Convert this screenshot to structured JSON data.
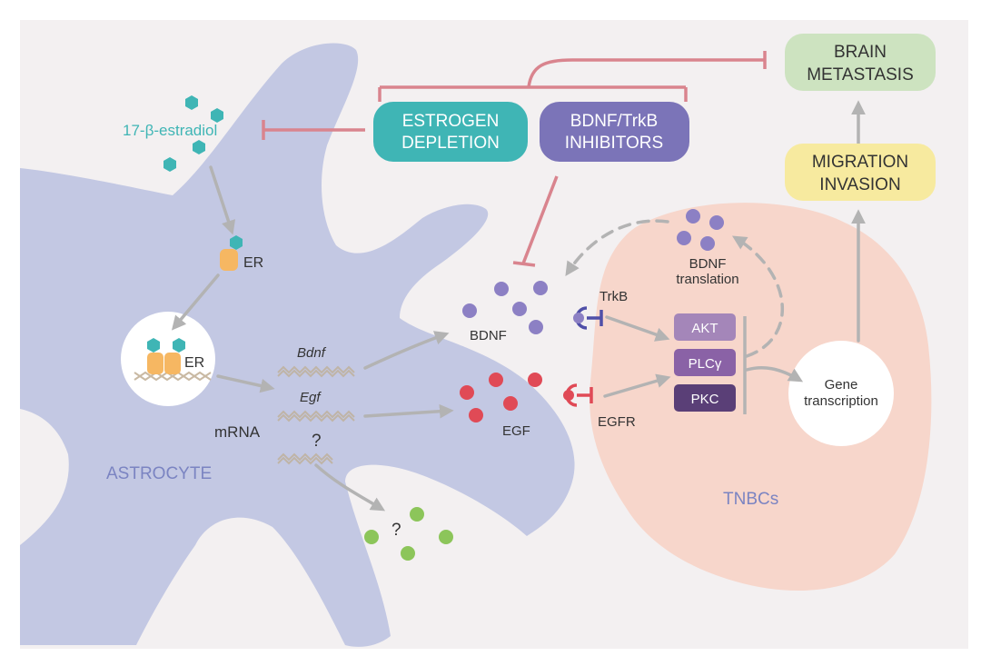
{
  "labels": {
    "estradiol": "17-β-estradiol",
    "er_membrane": "ER",
    "er_nucleus": "ER",
    "estrogen_depletion_line1": "ESTROGEN",
    "estrogen_depletion_line2": "DEPLETION",
    "bdnf_inhibitors_line1": "BDNF/TrkB",
    "bdnf_inhibitors_line2": "INHIBITORS",
    "brain_metastasis_line1": "BRAIN",
    "brain_metastasis_line2": "METASTASIS",
    "migration_line1": "MIGRATION",
    "migration_line2": "INVASION",
    "bdnf_mrna": "Bdnf",
    "egf_mrna": "Egf",
    "mrna": "mRNA",
    "unknown_mrna": "?",
    "unknown_factor": "?",
    "astrocyte": "ASTROCYTE",
    "bdnf": "BDNF",
    "egf": "EGF",
    "trkb": "TrkB",
    "egfr": "EGFR",
    "bdnf_translation_line1": "BDNF",
    "bdnf_translation_line2": "translation",
    "akt": "AKT",
    "plcg": "PLCγ",
    "pkc": "PKC",
    "gene_line1": "Gene",
    "gene_line2": "transcription",
    "tnbcs": "TNBCs"
  },
  "colors": {
    "background": "#f3f0f1",
    "astrocyte": "#c3c8e3",
    "tnbc": "#f7d6cb",
    "teal": "#3fb5b5",
    "purple": "#7b74b8",
    "inhibit_line": "#d9848e",
    "gray_arrow": "#b3b3b3",
    "bdnf_dot": "#8c80c4",
    "egf_dot": "#e04a56",
    "green_dot": "#8cc55a",
    "brain_box": "#cde3c0",
    "migration_box": "#f7ea9f",
    "akt": "#a486b9",
    "plcg": "#8a62a6",
    "pkc": "#5a3f77"
  }
}
